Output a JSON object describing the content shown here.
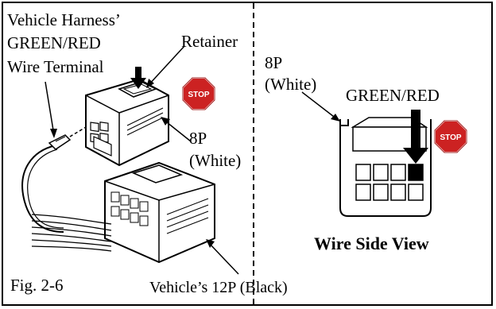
{
  "left_panel": {
    "harness_label_line1": "Vehicle Harness’",
    "harness_label_line2": "GREEN/RED",
    "harness_label_line3": "Wire Terminal",
    "retainer_label": "Retainer",
    "connector_8p_line1": "8P",
    "connector_8p_line2": "(White)",
    "connector_12p_label": "Vehicle’s 12P (Black)",
    "figure_label": "Fig. 2-6",
    "stop_sign_text": "STOP"
  },
  "right_panel": {
    "connector_8p_line1": "8P",
    "connector_8p_line2": "(White)",
    "wire_color_label": "GREEN/RED",
    "view_title": "Wire Side View",
    "stop_sign_text": "STOP"
  },
  "colors": {
    "stop_sign": "#cc2222",
    "line": "#000000",
    "highlight_terminal": "#000000"
  }
}
